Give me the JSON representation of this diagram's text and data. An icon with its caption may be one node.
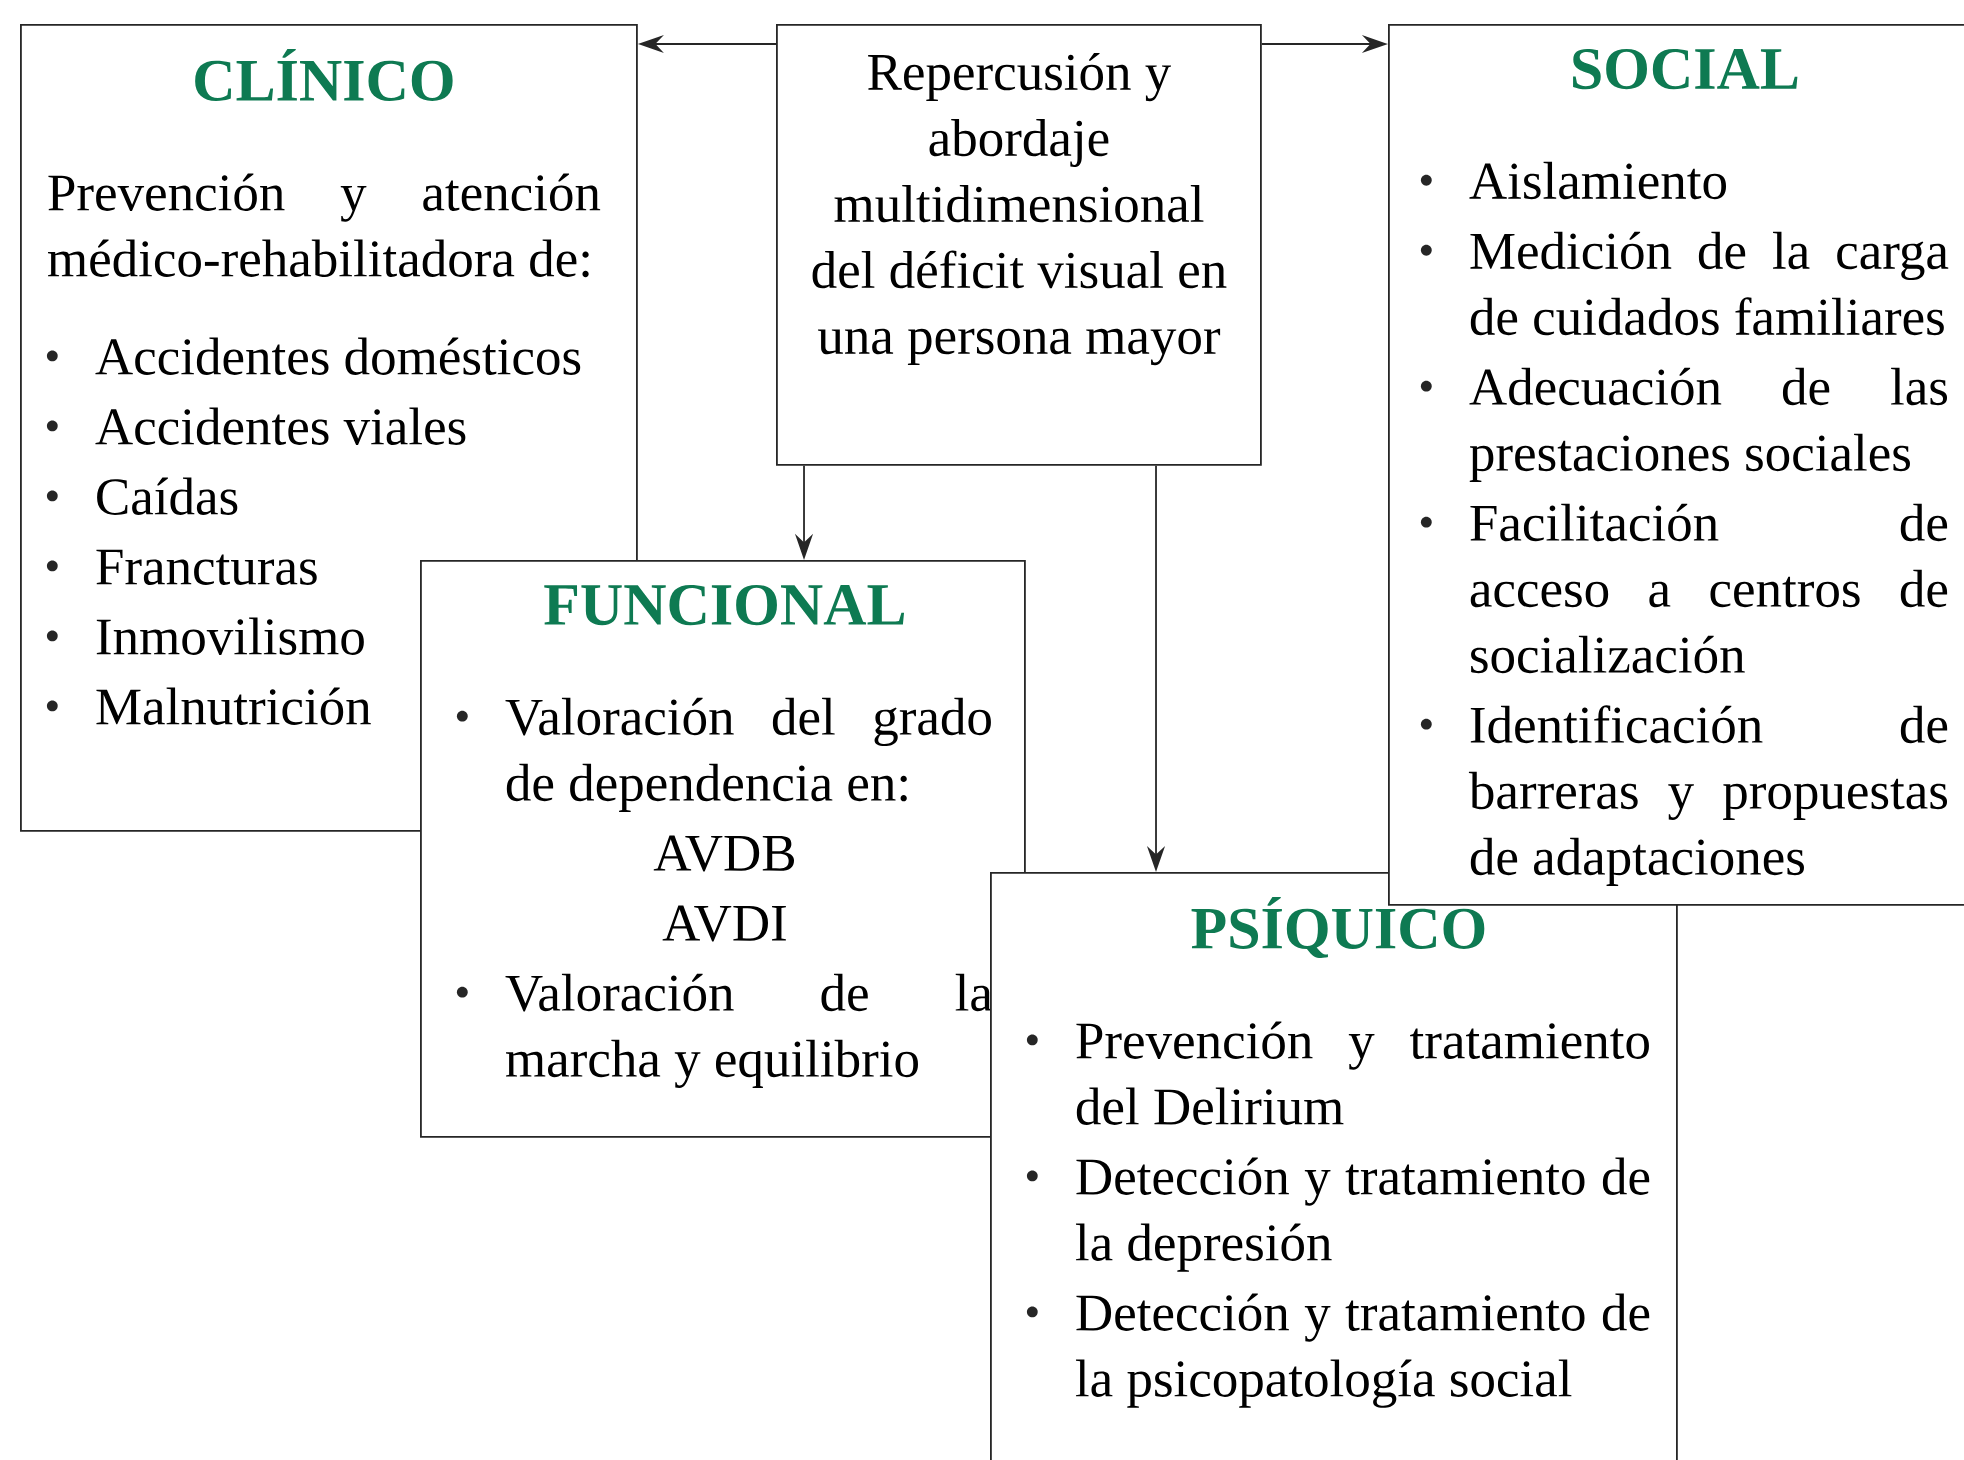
{
  "diagram": {
    "nodes": [
      {
        "text": [
          "CLÍNICO",
          "Prevención y atención médico-rehabilitadora de:",
          "Accidentes domésticos",
          "Accidentes viales",
          "Caídas",
          "Francturas",
          "Inmovilismo",
          "Malnutrición"
        ]
      },
      {
        "text": [
          "Repercusión y abordaje multidimensional del déficit visual en una persona mayor"
        ]
      },
      {
        "text": [
          "SOCIAL",
          "Aislamiento",
          "Medición de la carga de cuidados familiares",
          "Adecuación de las prestaciones sociales",
          "Facilitación de acceso a centros de socialización",
          "Identificación de barreras y propuestas de adaptaciones"
        ]
      },
      {
        "text": [
          "FUNCIONAL",
          "Valoración del grado de dependencia en:",
          "AVDB",
          "AVDI",
          "Valoración de la marcha y equilibrio"
        ]
      },
      {
        "text": [
          "PSÍQUICO",
          "Prevención y tratamiento del Delirium",
          "Detección y tratamiento de la depresión",
          "Detección y tratamiento de la psicopatología social"
        ]
      }
    ],
    "edges": [
      {
        "from": 1,
        "to": 0,
        "arrow": "to"
      },
      {
        "from": 1,
        "to": 2,
        "arrow": "to"
      },
      {
        "from": 1,
        "to": 3,
        "arrow": "to"
      },
      {
        "from": 1,
        "to": 4,
        "arrow": "to"
      }
    ]
  }
}
